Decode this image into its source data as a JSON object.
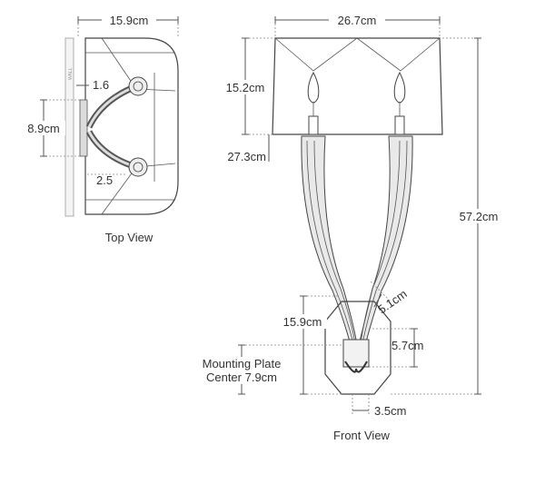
{
  "top_view": {
    "caption": "Top View",
    "width_label": "15.9cm",
    "plate_label": "8.9cm",
    "arm_offset_label": "1.6",
    "arm_spread_label": "2.5",
    "wall_label": "WALL"
  },
  "front_view": {
    "caption": "Front View",
    "width_label": "26.7cm",
    "shade_height_label": "15.2cm",
    "shade_bottom_label": "27.3cm",
    "overall_height_label": "57.2cm",
    "backplate_height_label": "15.9cm",
    "arm_gap_label": "5.1cm",
    "plate_height_label": "5.7cm",
    "mounting_label_line1": "Mounting Plate",
    "mounting_label_line2": "Center 7.9cm",
    "plate_width_label": "3.5cm"
  }
}
